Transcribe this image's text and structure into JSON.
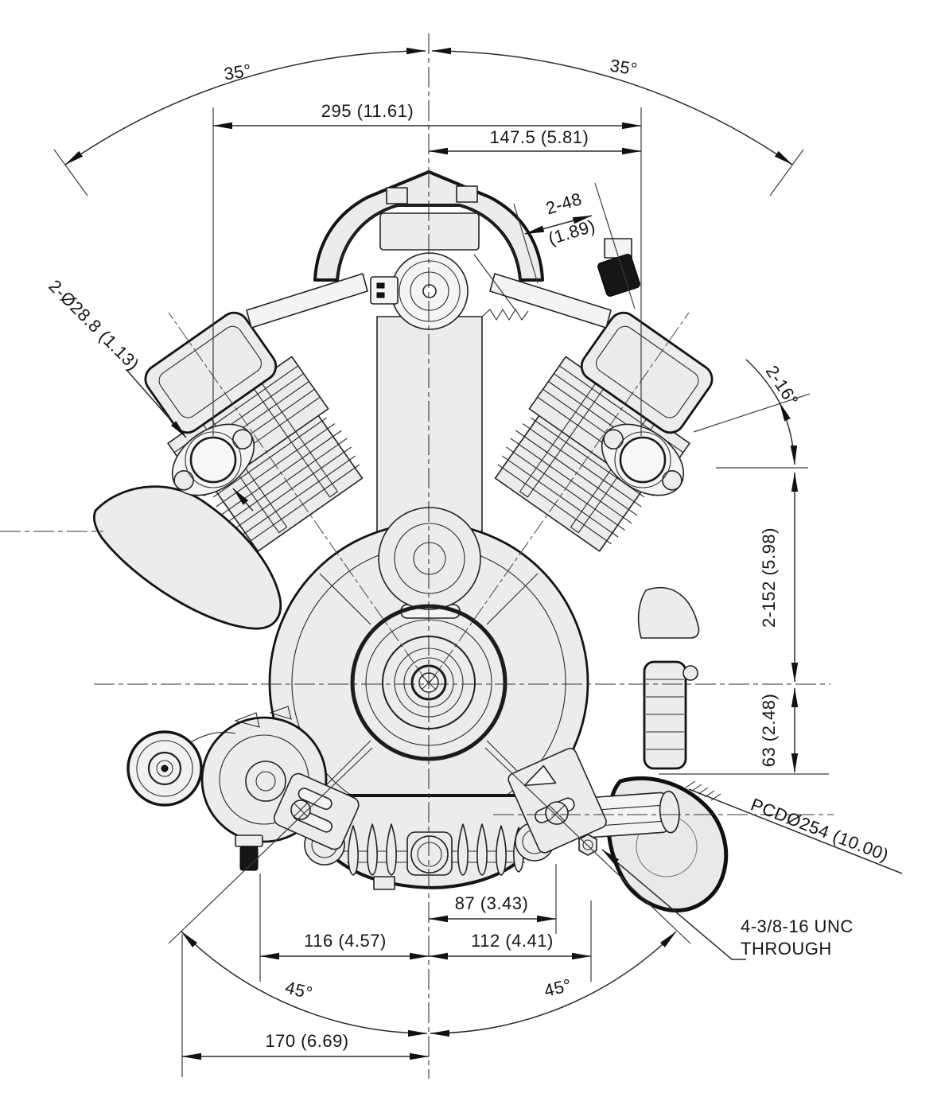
{
  "drawing": {
    "type": "engine-outline-dimension-drawing",
    "view": "v-twin-engine-front-view",
    "colors": {
      "line": "#1a1a1a",
      "body_fill": "#ececec",
      "background": "#ffffff"
    },
    "dimensions": {
      "angle_left_bank": "35°",
      "angle_right_bank": "35°",
      "width_overall": "295  (11.61)",
      "width_right": "147.5  (5.81)",
      "intake_ports_mm": "2-48",
      "intake_ports_in": "(1.89)",
      "exhaust_ports": "2-Ø28.8  (1.13)",
      "head_face_angle": "2-16°",
      "height_upper": "2-152  (5.98)",
      "height_lower": "63  (2.48)",
      "pcd": "PCDØ254  (10.00)",
      "thread_note_line1": "4-3/8-16 UNC",
      "thread_note_line2": "THROUGH",
      "mount_center": "87  (3.43)",
      "mount_left": "116  (4.57)",
      "mount_right": "112  (4.41)",
      "angle_left_mount": "45°",
      "angle_right_mount": "45°",
      "mount_far_left": "170  (6.69)"
    }
  }
}
